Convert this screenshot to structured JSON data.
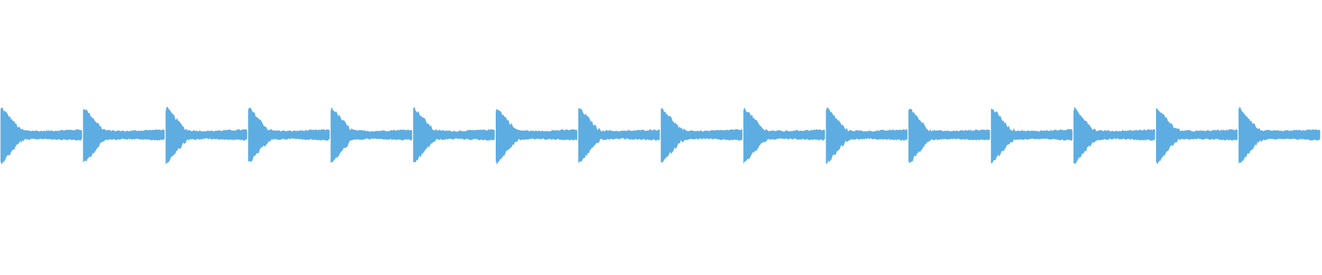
{
  "waveform": {
    "color": "#5dade2",
    "background": "#ffffff",
    "pulse_count": 16,
    "pulses": [
      {
        "index": 1
      },
      {
        "index": 2
      },
      {
        "index": 3
      },
      {
        "index": 4
      },
      {
        "index": 5
      },
      {
        "index": 6
      },
      {
        "index": 7
      },
      {
        "index": 8
      },
      {
        "index": 9
      },
      {
        "index": 10
      },
      {
        "index": 11
      },
      {
        "index": 12
      },
      {
        "index": 13
      },
      {
        "index": 14
      },
      {
        "index": 15
      },
      {
        "index": 16
      }
    ]
  }
}
